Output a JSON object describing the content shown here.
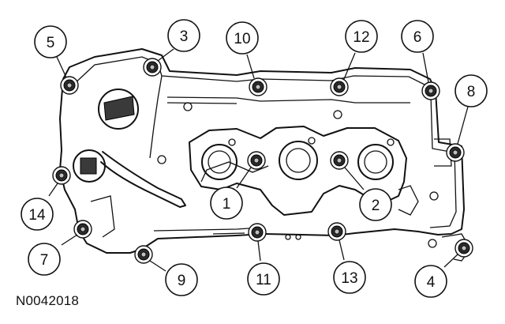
{
  "figure_id": "N0042018",
  "callouts": [
    {
      "label": "1"
    },
    {
      "label": "2"
    },
    {
      "label": "3"
    },
    {
      "label": "4"
    },
    {
      "label": "5"
    },
    {
      "label": "6"
    },
    {
      "label": "7"
    },
    {
      "label": "8"
    },
    {
      "label": "9"
    },
    {
      "label": "10"
    },
    {
      "label": "11"
    },
    {
      "label": "12"
    },
    {
      "label": "13"
    },
    {
      "label": "14"
    }
  ]
}
